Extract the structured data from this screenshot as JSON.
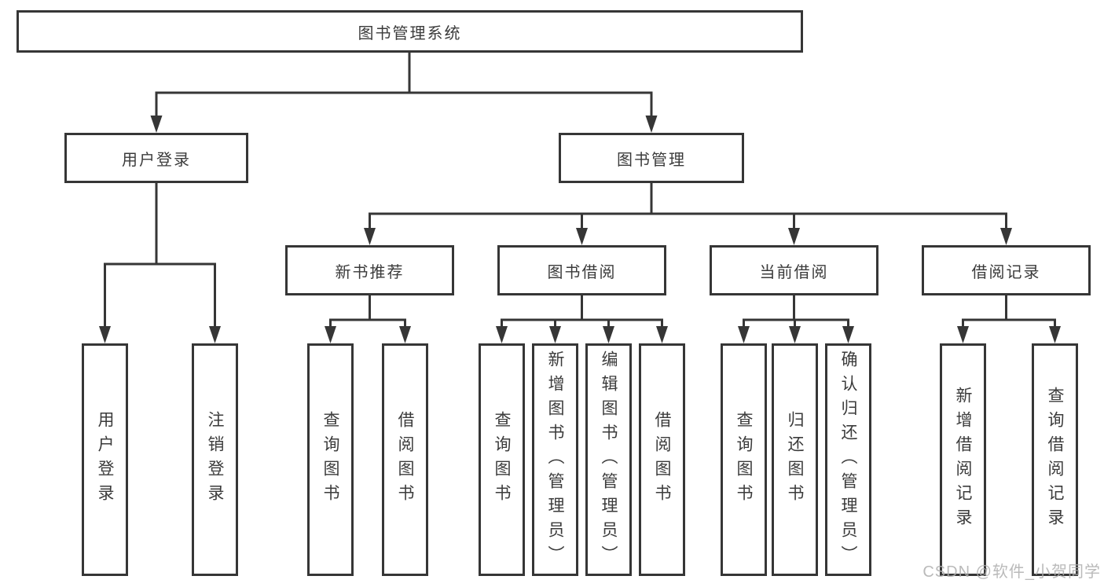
{
  "diagram": {
    "type": "tree",
    "orientation": "top-down",
    "colors": {
      "stroke": "#363636",
      "text": "#3b3b3b",
      "node_background": "#ffffff",
      "page_background": "#ffffff"
    },
    "tree": {
      "label": "图书管理系统",
      "children": [
        {
          "label": "用户登录",
          "children": [
            {
              "label": "用户登录"
            },
            {
              "label": "注销登录"
            }
          ]
        },
        {
          "label": "图书管理",
          "children": [
            {
              "label": "新书推荐",
              "children": [
                {
                  "label": "查询图书"
                },
                {
                  "label": "借阅图书"
                }
              ]
            },
            {
              "label": "图书借阅",
              "children": [
                {
                  "label": "查询图书"
                },
                {
                  "label": "新增图书（管理员）"
                },
                {
                  "label": "编辑图书（管理员）"
                },
                {
                  "label": "借阅图书"
                }
              ]
            },
            {
              "label": "当前借阅",
              "children": [
                {
                  "label": "查询图书"
                },
                {
                  "label": "归还图书"
                },
                {
                  "label": "确认归还（管理员）"
                }
              ]
            },
            {
              "label": "借阅记录",
              "children": [
                {
                  "label": "新增借阅记录"
                },
                {
                  "label": "查询借阅记录"
                }
              ]
            }
          ]
        }
      ]
    }
  },
  "watermark": {
    "text": "CSDN @软件_小贺同学",
    "color": "#aeaeae"
  }
}
